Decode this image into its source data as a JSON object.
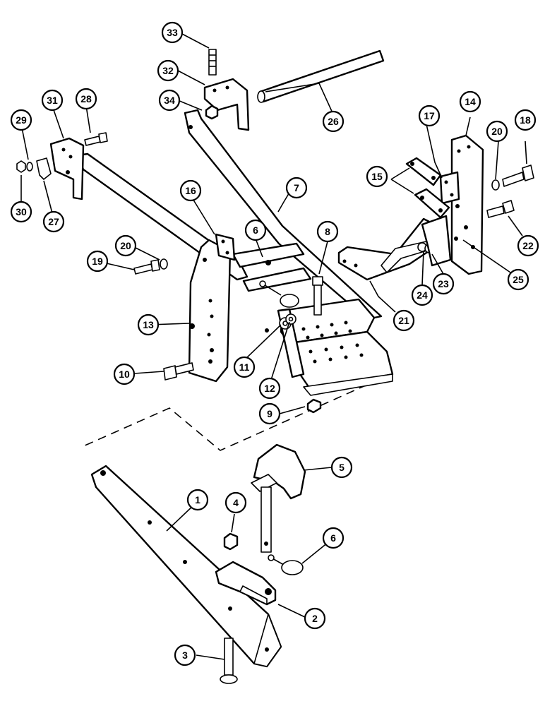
{
  "callouts": [
    {
      "id": "1",
      "label": "1"
    },
    {
      "id": "2",
      "label": "2"
    },
    {
      "id": "3",
      "label": "3"
    },
    {
      "id": "4",
      "label": "4"
    },
    {
      "id": "5",
      "label": "5"
    },
    {
      "id": "6a",
      "label": "6"
    },
    {
      "id": "6b",
      "label": "6"
    },
    {
      "id": "7",
      "label": "7"
    },
    {
      "id": "8",
      "label": "8"
    },
    {
      "id": "9",
      "label": "9"
    },
    {
      "id": "10",
      "label": "10"
    },
    {
      "id": "11",
      "label": "11"
    },
    {
      "id": "12",
      "label": "12"
    },
    {
      "id": "13",
      "label": "13"
    },
    {
      "id": "14",
      "label": "14"
    },
    {
      "id": "15",
      "label": "15"
    },
    {
      "id": "16",
      "label": "16"
    },
    {
      "id": "17",
      "label": "17"
    },
    {
      "id": "18",
      "label": "18"
    },
    {
      "id": "19",
      "label": "19"
    },
    {
      "id": "20a",
      "label": "20"
    },
    {
      "id": "20b",
      "label": "20"
    },
    {
      "id": "21",
      "label": "21"
    },
    {
      "id": "22",
      "label": "22"
    },
    {
      "id": "23",
      "label": "23"
    },
    {
      "id": "24",
      "label": "24"
    },
    {
      "id": "25",
      "label": "25"
    },
    {
      "id": "26",
      "label": "26"
    },
    {
      "id": "27",
      "label": "27"
    },
    {
      "id": "28",
      "label": "28"
    },
    {
      "id": "29",
      "label": "29"
    },
    {
      "id": "30",
      "label": "30"
    },
    {
      "id": "31",
      "label": "31"
    },
    {
      "id": "32",
      "label": "32"
    },
    {
      "id": "33",
      "label": "33"
    },
    {
      "id": "34",
      "label": "34"
    }
  ]
}
